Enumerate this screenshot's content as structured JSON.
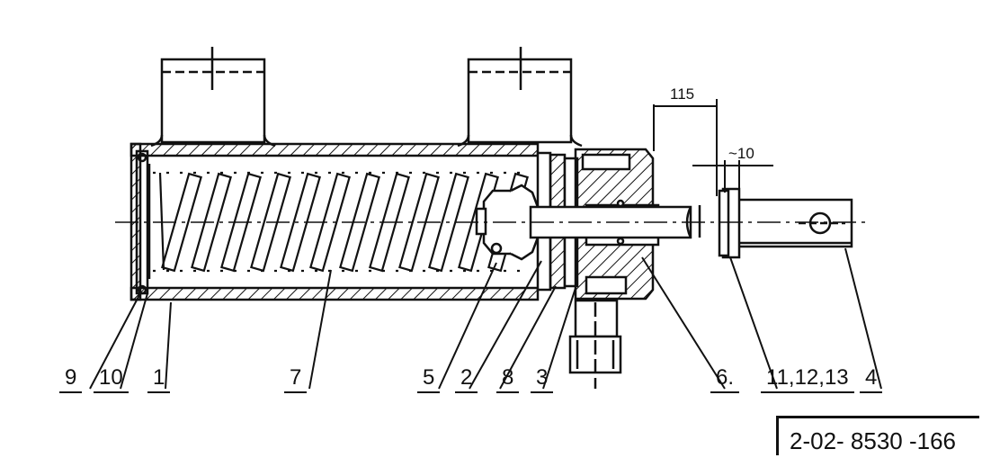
{
  "dimensions": {
    "rod_offset": "115",
    "clevis_gap": "~10"
  },
  "part_labels": {
    "p9": "9",
    "p10": "10",
    "p1": "1",
    "p7": "7",
    "p5": "5",
    "p2": "2",
    "p8": "8",
    "p3": "3",
    "p6": "6.",
    "p11_12_13": "11,12,13",
    "p4": "4"
  },
  "title_block": {
    "document_number": "2-02- 8530 -166"
  }
}
